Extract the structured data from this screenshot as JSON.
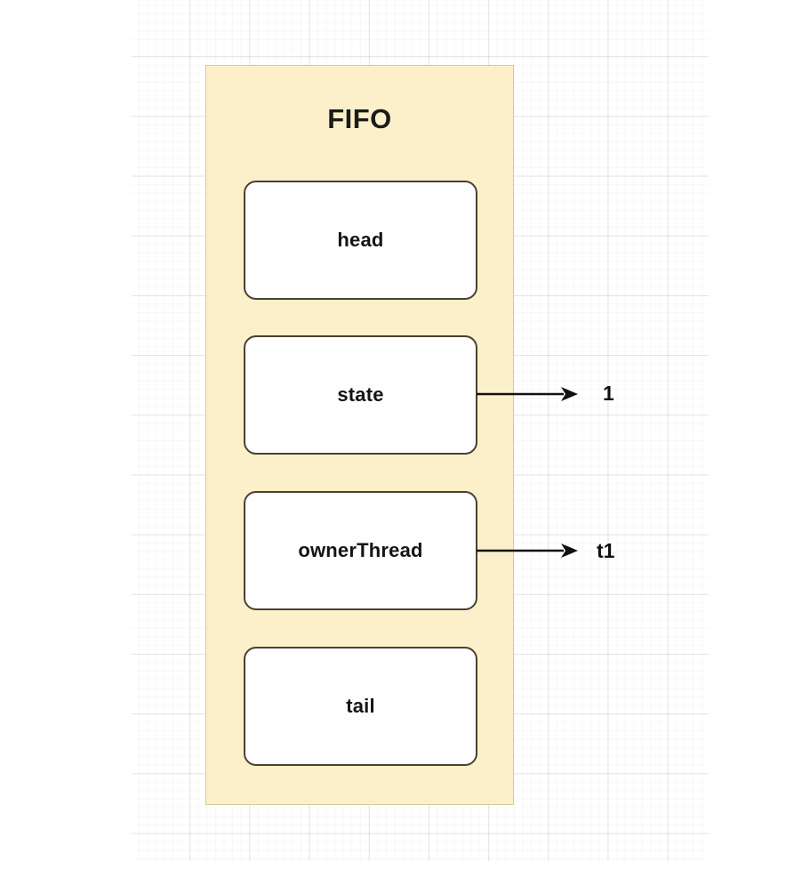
{
  "diagram": {
    "title": "FIFO",
    "container_fill": "#FCF0CA",
    "container_border": "#D6C89A",
    "box_fill": "#FEFEFE",
    "box_border": "#4A4033",
    "connector_color": "#111111",
    "background": "#FFFFFF",
    "grid_color": "#78788A"
  },
  "fields": [
    {
      "label": "head",
      "value": null
    },
    {
      "label": "state",
      "value": "1"
    },
    {
      "label": "ownerThread",
      "value": "t1"
    },
    {
      "label": "tail",
      "value": null
    }
  ],
  "connectors": [
    {
      "from": "state",
      "to": "1",
      "arrow": "arrow-right-icon"
    },
    {
      "from": "ownerThread",
      "to": "t1",
      "arrow": "arrow-right-icon"
    }
  ]
}
